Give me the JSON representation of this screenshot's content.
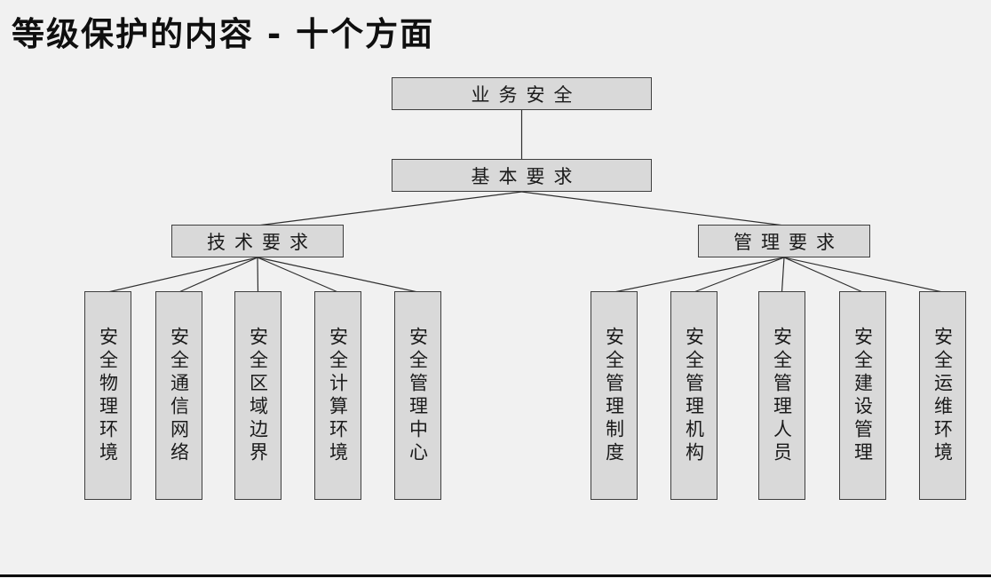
{
  "title": "等级保护的内容 - 十个方面",
  "tree": {
    "root": "业务安全",
    "base": "基本要求",
    "branches": [
      {
        "label": "技术要求",
        "children": [
          "安全物理环境",
          "安全通信网络",
          "安全区域边界",
          "安全计算环境",
          "安全管理中心"
        ]
      },
      {
        "label": "管理要求",
        "children": [
          "安全管理制度",
          "安全管理机构",
          "安全管理人员",
          "安全建设管理",
          "安全运维环境"
        ]
      }
    ]
  },
  "colors": {
    "background": "#f1f1f1",
    "node_fill": "#d9d9d9",
    "node_border": "#3f3f3f",
    "connector": "#2f2f2f",
    "title_text": "#0f0f0f",
    "bottom_rule": "#0b0b0b"
  }
}
